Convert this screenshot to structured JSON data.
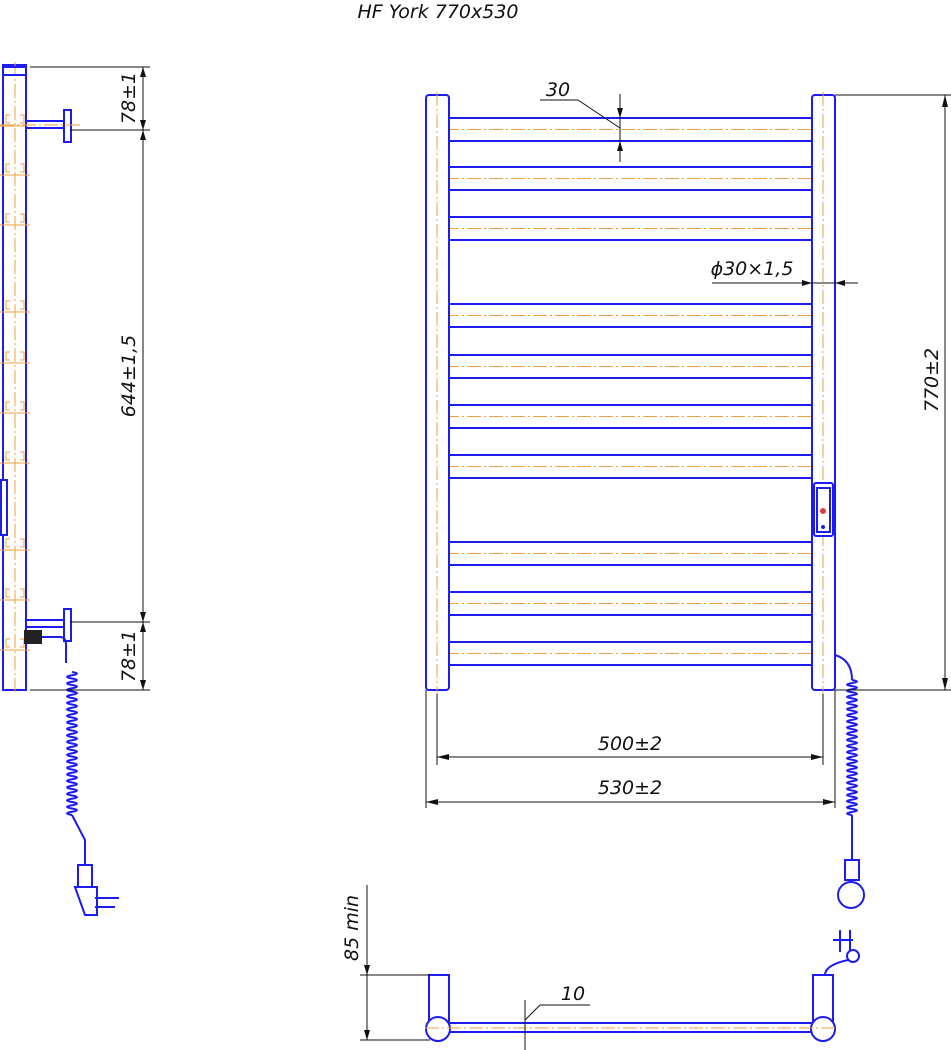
{
  "title": "HF York 770x530",
  "dimensions": {
    "rail_spacing": "30",
    "pipe": "ϕ30×1,5",
    "height": "770±2",
    "inner_width": "500±2",
    "outer_width": "530±2",
    "side_top": "78±1",
    "side_middle": "644±1,5",
    "side_bottom": "78±1",
    "wall_gap": "85 min",
    "bar_depth": "10"
  },
  "colors": {
    "outline": "#1c1cf0",
    "centerline": "#f0a040",
    "dimension": "#111111"
  }
}
